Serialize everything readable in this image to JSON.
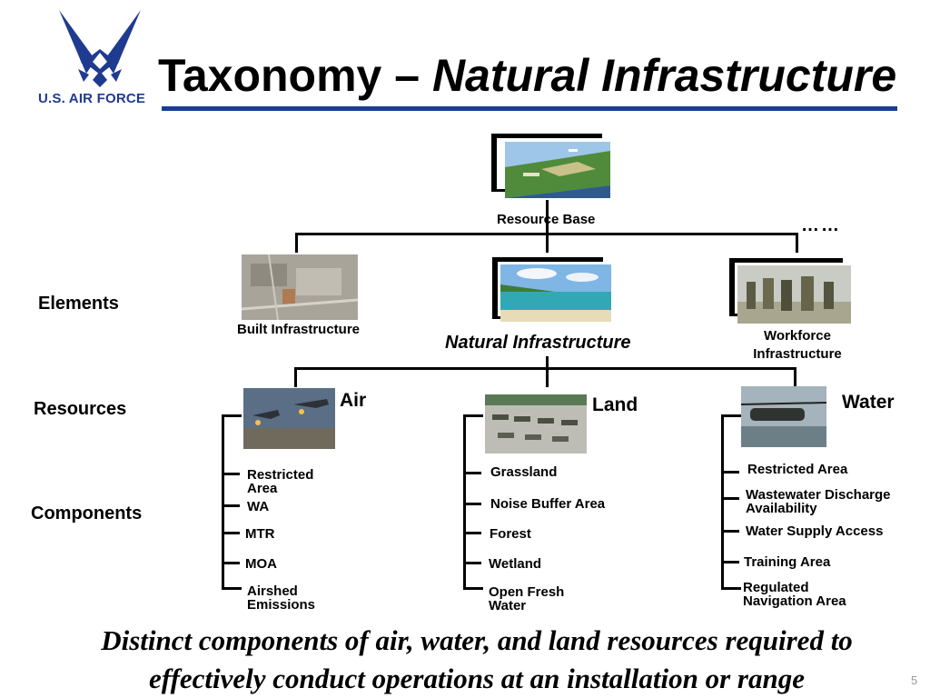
{
  "header": {
    "logo_text": "U.S. AIR FORCE",
    "title_plain": "Taxonomy –",
    "title_italic": "Natural Infrastructure"
  },
  "levels": {
    "elements": "Elements",
    "resources": "Resources",
    "components": "Components"
  },
  "root": {
    "label": "Resource Base",
    "ellipsis": "……"
  },
  "elements": {
    "built": "Built Infrastructure",
    "natural": "Natural Infrastructure",
    "workforce": "Workforce\nInfrastructure"
  },
  "resources": {
    "air": "Air",
    "land": "Land",
    "water": "Water"
  },
  "components": {
    "air": [
      "Restricted\nArea",
      "WA",
      "MTR",
      "MOA",
      "Airshed\nEmissions"
    ],
    "land": [
      "Grassland",
      "Noise Buffer Area",
      "Forest",
      "Wetland",
      "Open Fresh\nWater"
    ],
    "water": [
      "Restricted Area",
      "Wastewater Discharge\nAvailability",
      "Water Supply Access",
      "Training Area",
      "Regulated\nNavigation Area"
    ]
  },
  "footer": "Distinct components of air, water, and land resources required to effectively conduct operations at an installation or range",
  "page_number": "5",
  "colors": {
    "brand_blue": "#1a3c94",
    "ink": "#000000"
  }
}
